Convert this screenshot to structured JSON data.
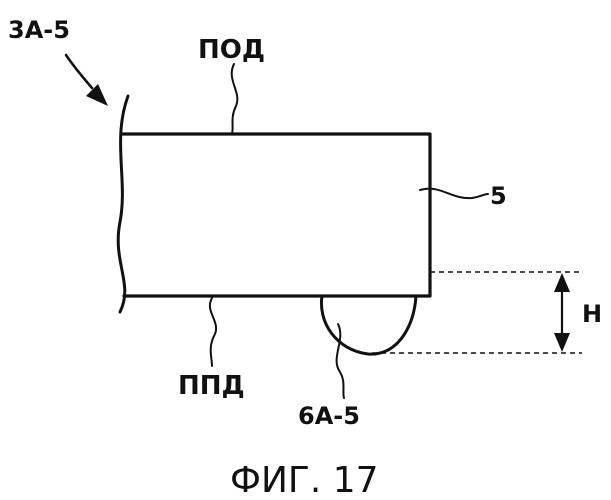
{
  "figure": {
    "caption": "ФИГ. 17",
    "assembly_label": "3A-5",
    "top_surface_label": "ПОД",
    "bottom_surface_label": "ППД",
    "body_label": "5",
    "bump_label": "6A-5",
    "height_label": "H"
  }
}
